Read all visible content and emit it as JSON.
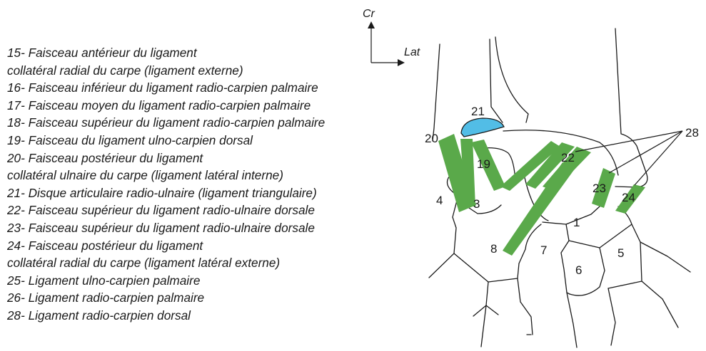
{
  "legend": [
    "15- Faisceau antérieur du ligament",
    "collatéral radial du carpe (ligament externe)",
    "16- Faisceau inférieur du ligament radio-carpien palmaire",
    "17- Faisceau moyen du ligament radio-carpien palmaire",
    "18- Faisceau supérieur du ligament radio-carpien palmaire",
    "19- Faisceau du ligament ulno-carpien dorsal",
    "20- Faisceau postérieur du ligament",
    "collatéral ulnaire du carpe (ligament latéral interne)",
    "21- Disque articulaire radio-ulnaire (ligament triangulaire)",
    "22- Faisceau supérieur du ligament radio-ulnaire dorsale",
    "23- Faisceau supérieur du ligament radio-ulnaire dorsale",
    "24- Faisceau postérieur du ligament",
    "collatéral radial du carpe (ligament latéral externe)",
    "25- Ligament ulno-carpien palmaire",
    "26- Ligament radio-carpien palmaire",
    "28- Ligament radio-carpien dorsal"
  ],
  "orientation": {
    "cranial": "Cr",
    "lateral": "Lat"
  },
  "labels": {
    "n20": "20",
    "n21": "21",
    "n19": "19",
    "n22": "22",
    "n28": "28",
    "n23": "23",
    "n24": "24",
    "n4": "4",
    "n3": "3",
    "n1": "1",
    "n8": "8",
    "n7": "7",
    "n6": "6",
    "n5": "5"
  },
  "colors": {
    "ligament": "#5aa94a",
    "disc": "#52bde6",
    "outline": "#1a1a1a"
  }
}
